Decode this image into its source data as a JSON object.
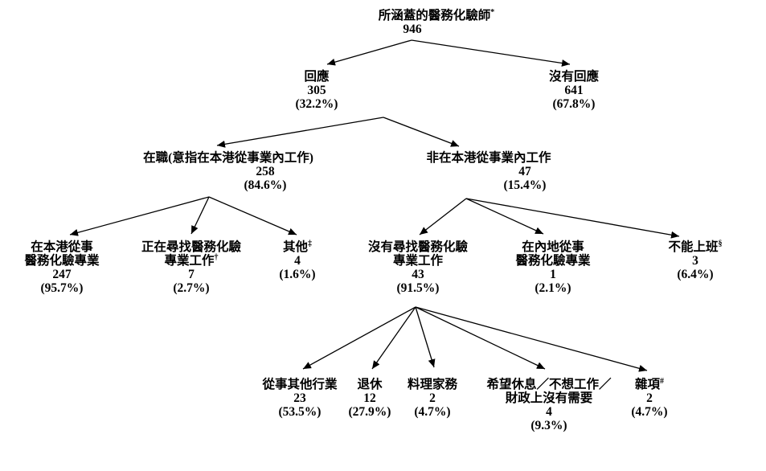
{
  "colors": {
    "background": "#ffffff",
    "line_color": "#000000",
    "text_color": "#000000"
  },
  "nodes": {
    "covered": {
      "line1": "所涵蓋的醫務化驗師",
      "sup": "*",
      "value": "946"
    },
    "responded": {
      "line1": "回應",
      "value": "305",
      "pct": "(32.2%)"
    },
    "no_response": {
      "line1": "沒有回應",
      "value": "641",
      "pct": "(67.8%)"
    },
    "working": {
      "line1": "在職(意指在本港從事業內工作)",
      "value": "258",
      "pct": "(84.6%)"
    },
    "not_working_hk": {
      "line1": "非在本港從事業內工作",
      "value": "47",
      "pct": "(15.4%)"
    },
    "practising_hk": {
      "line1": "在本港從事",
      "line2": "醫務化驗專業",
      "value": "247",
      "pct": "(95.7%)"
    },
    "seeking_job": {
      "line1": "正在尋找醫務化驗",
      "line2": "專業工作",
      "sup": "†",
      "value": "7",
      "pct": "(2.7%)"
    },
    "others": {
      "line1": "其他",
      "sup": "‡",
      "value": "4",
      "pct": "(1.6%)"
    },
    "not_seeking": {
      "line1": "沒有尋找醫務化驗",
      "line2": "專業工作",
      "value": "43",
      "pct": "(91.5%)"
    },
    "mainland": {
      "line1": "在內地從事",
      "line2": "醫務化驗專業",
      "value": "1",
      "pct": "(2.1%)"
    },
    "unable_work": {
      "line1": "不能上班",
      "sup": "§",
      "value": "3",
      "pct": "(6.4%)"
    },
    "other_industry": {
      "line1": "從事其他行業",
      "value": "23",
      "pct": "(53.5%)"
    },
    "retired": {
      "line1": "退休",
      "value": "12",
      "pct": "(27.9%)"
    },
    "housework": {
      "line1": "料理家務",
      "value": "2",
      "pct": "(4.7%)"
    },
    "rest": {
      "line1": "希望休息／不想工作／",
      "line2": "財政上沒有需要",
      "value": "4",
      "pct": "(9.3%)"
    },
    "misc": {
      "line1": "雜項",
      "sup": "#",
      "value": "2",
      "pct": "(4.7%)"
    }
  },
  "edges": [
    {
      "from": "covered",
      "to": "responded"
    },
    {
      "from": "covered",
      "to": "no_response"
    },
    {
      "from": "responded",
      "to": "working"
    },
    {
      "from": "responded",
      "to": "not_working_hk"
    },
    {
      "from": "working",
      "to": "practising_hk"
    },
    {
      "from": "working",
      "to": "seeking_job"
    },
    {
      "from": "working",
      "to": "others"
    },
    {
      "from": "not_working_hk",
      "to": "not_seeking"
    },
    {
      "from": "not_working_hk",
      "to": "mainland"
    },
    {
      "from": "not_working_hk",
      "to": "unable_work"
    },
    {
      "from": "not_seeking",
      "to": "other_industry"
    },
    {
      "from": "not_seeking",
      "to": "retired"
    },
    {
      "from": "not_seeking",
      "to": "housework"
    },
    {
      "from": "not_seeking",
      "to": "rest"
    },
    {
      "from": "not_seeking",
      "to": "misc"
    }
  ]
}
